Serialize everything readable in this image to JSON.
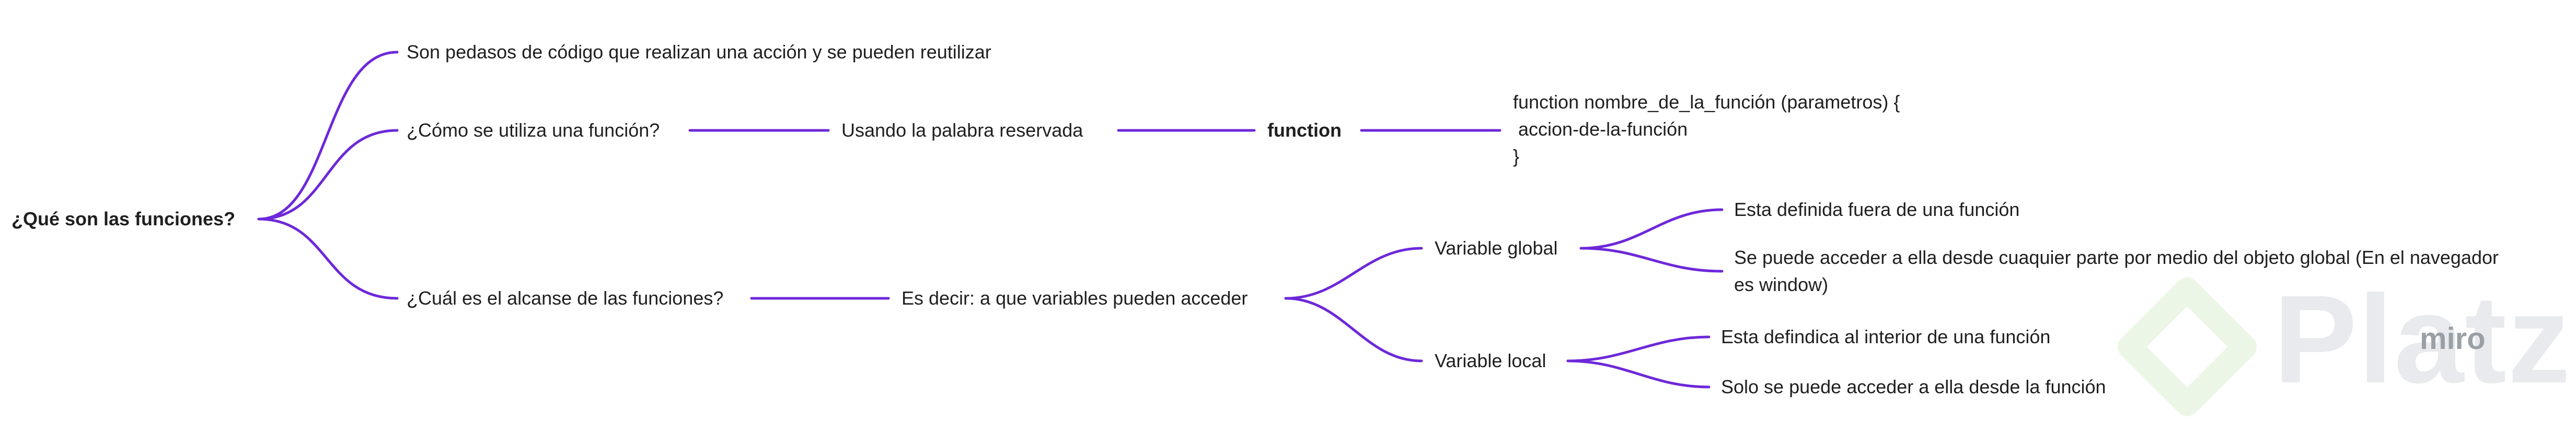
{
  "mindmap": {
    "root": {
      "label": "¿Qué son las funciones?"
    },
    "branches": {
      "definition": {
        "label": "Son pedasos de código que realizan una acción y se pueden reutilizar"
      },
      "usage": {
        "label": "¿Cómo se utiliza una función?",
        "step1": "Usando la palabra reservada",
        "keyword": "function",
        "syntax": [
          "function nombre_de_la_función (parametros) {",
          " accion-de-la-función",
          "}"
        ]
      },
      "scope": {
        "label": "¿Cuál es el alcanse de las funciones?",
        "step1": "Es decir: a que variables pueden acceder",
        "global": {
          "label": "Variable global",
          "detail1": "Esta definida fuera de una función",
          "detail2_lines": [
            "Se puede acceder a ella desde cuaquier parte por medio del objeto global (En el navegador",
            "es window)"
          ]
        },
        "local": {
          "label": "Variable local",
          "detail1": "Esta defindica al interior de una función",
          "detail2": "Solo se puede acceder a ella desde la función"
        }
      }
    }
  },
  "theme": {
    "line_color": "#6d28d9",
    "text_color": "#1f1f1f",
    "watermark_color": "#e8eaed",
    "watermark_logo_color": "#ecf6e6"
  },
  "watermark": {
    "text": "Platzi",
    "badge": "miro"
  }
}
